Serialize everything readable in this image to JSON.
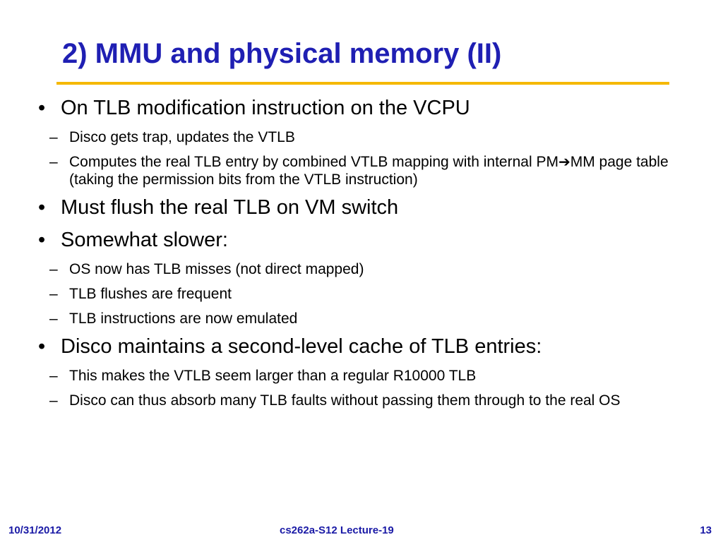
{
  "colors": {
    "title": "#1f1fb3",
    "rule": "#f5b800",
    "footer": "#1a1aa6"
  },
  "slide": {
    "title": "2) MMU and physical memory (II)",
    "bullet_marker": "•",
    "dash_marker": "–",
    "arrow_icon": "➔",
    "bullets": [
      {
        "text": "On TLB modification instruction on the VCPU",
        "subs": [
          "Disco gets trap, updates the VTLB",
          {
            "part1": "Computes the real TLB entry by combined VTLB mapping with internal PM",
            "part2": "MM page table (taking the permission bits from the VTLB instruction)"
          }
        ]
      },
      {
        "text": "Must flush the real TLB on VM switch"
      },
      {
        "text": "Somewhat slower:",
        "subs": [
          "OS now has TLB misses (not direct mapped)",
          "TLB flushes are frequent",
          "TLB instructions are now emulated"
        ]
      },
      {
        "text": "Disco maintains a second-level cache of TLB entries:",
        "subs": [
          "This makes the VTLB seem larger than a regular R10000 TLB",
          "Disco can thus absorb many TLB faults without passing them through to the real OS"
        ]
      }
    ]
  },
  "footer": {
    "date": "10/31/2012",
    "course": "cs262a-S12 Lecture-19",
    "page": "13"
  }
}
